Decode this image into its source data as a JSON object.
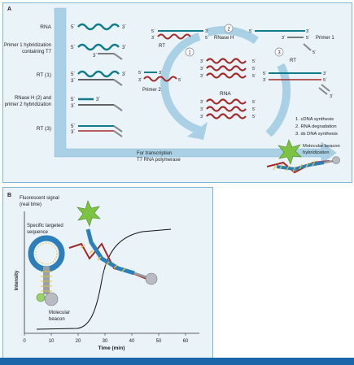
{
  "panel_a": {
    "letter": "A",
    "row_labels": [
      "RNA",
      "Primer 1 hybridization",
      "containing T7",
      "RT (1)",
      "RNase H (2) and",
      "primer 2 hybridization",
      "RT (3)"
    ],
    "transcription_label_1": "For transcription",
    "transcription_label_2": "T7 RNA polymerase",
    "cycle_labels": {
      "rt_top": "RT",
      "rnase_h": "RNase H",
      "primer_1": "Primer 1",
      "primer_2": "Primer 2",
      "rt_right": "RT",
      "rna_center": "RNA",
      "step_1": "1",
      "step_2": "2",
      "step_3": "3"
    },
    "strand_ends": {
      "five": "5´",
      "three": "3´"
    },
    "legend": [
      "1. cDNA synthesis",
      "2. RNA degradation",
      "3. ds DNA synthesis"
    ],
    "beacon_label_1": "Molecular beacon",
    "beacon_label_2": "hybridization"
  },
  "panel_b": {
    "letter": "B",
    "title_1": "Fluorescent signal",
    "title_2": "(real time)",
    "sequence_label_1": "Specific targeted",
    "sequence_label_2": "sequence",
    "beacon_label_1": "Molecular",
    "beacon_label_2": "beacon",
    "y_axis_label": "Intensity",
    "x_axis_label": "Time (min)",
    "x_ticks": [
      "0",
      "10",
      "20",
      "30",
      "40",
      "50",
      "60"
    ]
  },
  "colors": {
    "rna": "#0f7c8c",
    "dna_red": "#a32a2a",
    "arrow_blue": "#a9d0e4",
    "star_green": "#7cc243",
    "beacon_blue": "#2c7fb8"
  }
}
